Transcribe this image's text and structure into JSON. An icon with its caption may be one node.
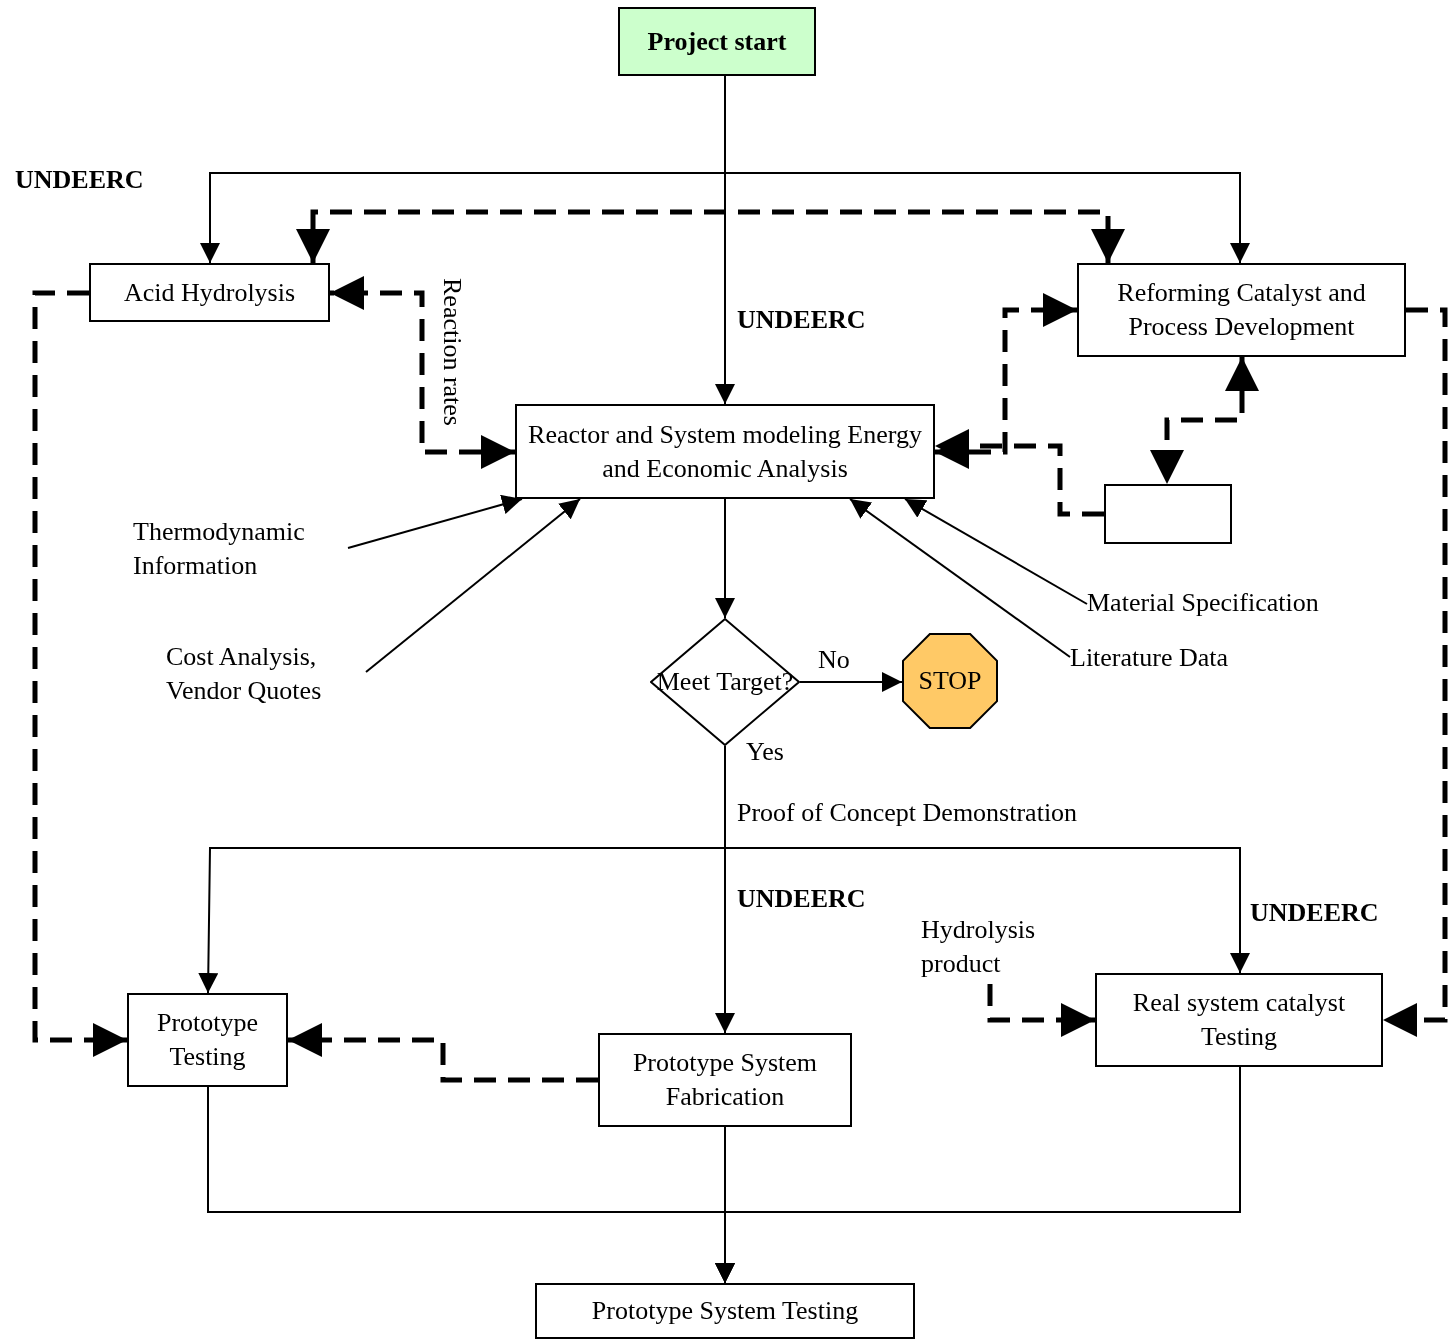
{
  "diagram": {
    "nodes": [
      {
        "text": [
          "Project start"
        ]
      },
      {
        "text": [
          "Acid Hydrolysis"
        ]
      },
      {
        "text": [
          "Reforming Catalyst and Process Development"
        ]
      },
      {
        "text": [
          "Reactor and System modeling Energy and Economic Analysis"
        ]
      },
      {
        "text": [],
        "shape": "box"
      },
      {
        "text": [
          "Thermodynamic Information"
        ]
      },
      {
        "text": [
          "Cost Analysis, Vendor Quotes"
        ]
      },
      {
        "text": [
          "Material Specification"
        ]
      },
      {
        "text": [
          "Literature Data"
        ]
      },
      {
        "text": [
          "Meet Target?"
        ]
      },
      {
        "text": [
          "STOP"
        ]
      },
      {
        "text": [
          "Prototype Testing"
        ]
      },
      {
        "text": [
          "Prototype System Fabrication"
        ]
      },
      {
        "text": [
          "Real system catalyst Testing"
        ]
      },
      {
        "text": [
          "Hydrolysis product"
        ]
      },
      {
        "text": [
          "Prototype System Testing"
        ]
      }
    ],
    "edges": [
      {
        "from": 0,
        "to": 1,
        "arrow": "to"
      },
      {
        "from": 0,
        "to": 2,
        "arrow": "to"
      },
      {
        "from": 0,
        "to": 3,
        "arrow": "to"
      },
      {
        "from": 1,
        "to": 2,
        "arrow": "both",
        "style": "dashed"
      },
      {
        "from": 3,
        "to": 1,
        "arrow": "both",
        "style": "dashed",
        "label": "Reaction rates"
      },
      {
        "from": 3,
        "to": 2,
        "arrow": "both",
        "style": "dashed"
      },
      {
        "from": 4,
        "to": 3,
        "arrow": "to",
        "style": "dashed"
      },
      {
        "from": 2,
        "to": 4,
        "arrow": "both",
        "style": "dashed"
      },
      {
        "from": 2,
        "to": 13,
        "arrow": "to",
        "style": "dashed"
      },
      {
        "from": 1,
        "to": 11,
        "arrow": "to",
        "style": "dashed"
      },
      {
        "from": 5,
        "to": 3,
        "arrow": "to"
      },
      {
        "from": 6,
        "to": 3,
        "arrow": "to"
      },
      {
        "from": 7,
        "to": 3,
        "arrow": "to"
      },
      {
        "from": 8,
        "to": 3,
        "arrow": "to"
      },
      {
        "from": 3,
        "to": 9,
        "arrow": "to"
      },
      {
        "from": 9,
        "to": 10,
        "arrow": "to",
        "label": "No"
      },
      {
        "from": 9,
        "to": 11,
        "arrow": "to"
      },
      {
        "from": 9,
        "to": 12,
        "arrow": "to",
        "label": "Yes"
      },
      {
        "from": 9,
        "to": 13,
        "arrow": "to"
      },
      {
        "from": 12,
        "to": 11,
        "arrow": "to",
        "style": "dashed"
      },
      {
        "from": 14,
        "to": 13,
        "arrow": "to",
        "style": "dashed"
      },
      {
        "from": 11,
        "to": 15,
        "arrow": "to"
      },
      {
        "from": 12,
        "to": 15,
        "arrow": "to"
      },
      {
        "from": 13,
        "to": 15,
        "arrow": "to"
      }
    ],
    "labels": [
      "UNDEERC",
      "UNDEERC",
      "Proof of Concept Demonstration",
      "UNDEERC",
      "UNDEERC"
    ]
  }
}
